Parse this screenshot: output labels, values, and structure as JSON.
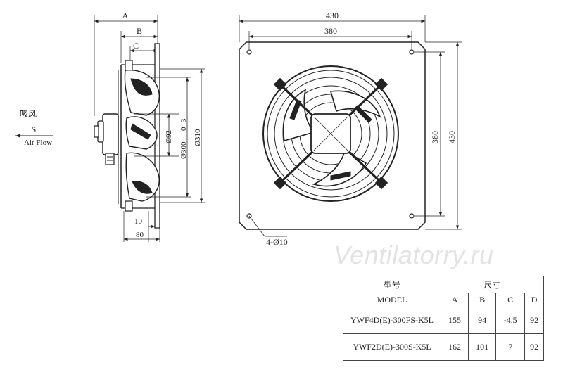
{
  "side_view": {
    "dim_a": "A",
    "dim_b": "B",
    "dim_c": "C",
    "dim_d": "Ø92",
    "dim_bore": "Ø300",
    "dim_bore_tol": "0 -3",
    "dim_outer": "Ø310",
    "dim_bottom_10": "10",
    "dim_bottom_80": "80",
    "airflow_cn": "吸风",
    "airflow_s": "S",
    "airflow_en": "Air Flow"
  },
  "front_view": {
    "dim_width_outer": "430",
    "dim_width_holes": "380",
    "dim_height_holes": "380",
    "dim_height_outer": "430",
    "hole_note": "4-Ø10"
  },
  "watermark": "Ventilatorry.ru",
  "spec_table": {
    "model_header_cn": "型号",
    "model_header_en": "MODEL",
    "size_header_cn": "尺寸",
    "columns": [
      "A",
      "B",
      "C",
      "D"
    ],
    "rows": [
      {
        "model": "YWF4D(E)-300FS-K5L",
        "values": [
          "155",
          "94",
          "-4.5",
          "92"
        ]
      },
      {
        "model": "YWF2D(E)-300S-K5L",
        "values": [
          "162",
          "101",
          "7",
          "92"
        ]
      }
    ]
  }
}
